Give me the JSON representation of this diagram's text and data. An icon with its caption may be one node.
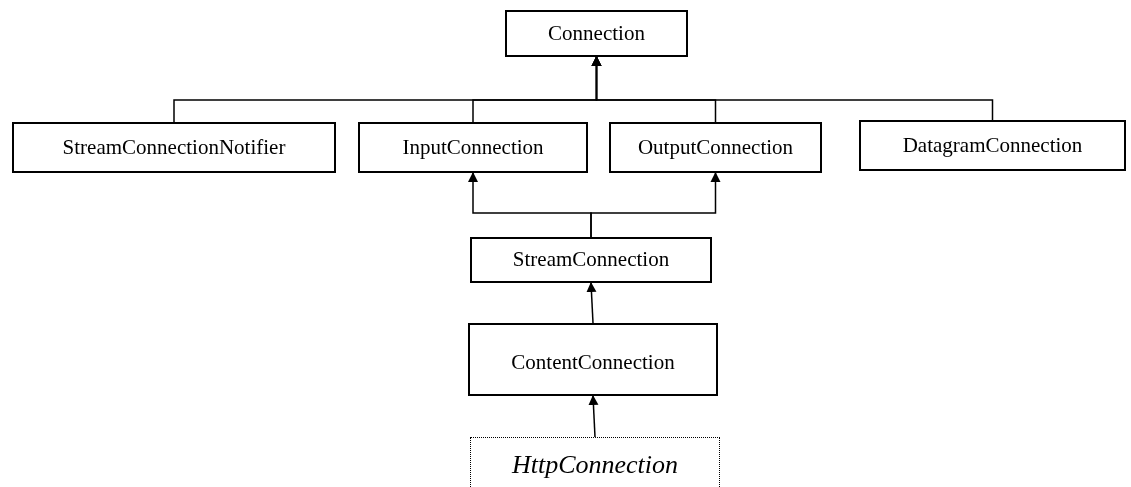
{
  "diagram": {
    "nodes": [
      {
        "text": [
          "Connection"
        ]
      },
      {
        "text": [
          "StreamConnectionNotifier"
        ]
      },
      {
        "text": [
          "InputConnection"
        ]
      },
      {
        "text": [
          "OutputConnection"
        ]
      },
      {
        "text": [
          "DatagramConnection"
        ]
      },
      {
        "text": [
          "StreamConnection"
        ]
      },
      {
        "text": [
          "ContentConnection"
        ]
      },
      {
        "text": [
          "HttpConnection"
        ]
      }
    ],
    "edges": [
      {
        "from": 1,
        "to": 0,
        "arrow": "to"
      },
      {
        "from": 2,
        "to": 0,
        "arrow": "to"
      },
      {
        "from": 3,
        "to": 0,
        "arrow": "to"
      },
      {
        "from": 4,
        "to": 0,
        "arrow": "to"
      },
      {
        "from": 5,
        "to": 2,
        "arrow": "to"
      },
      {
        "from": 5,
        "to": 3,
        "arrow": "to"
      },
      {
        "from": 6,
        "to": 5,
        "arrow": "to"
      },
      {
        "from": 7,
        "to": 6,
        "arrow": "to"
      }
    ]
  }
}
